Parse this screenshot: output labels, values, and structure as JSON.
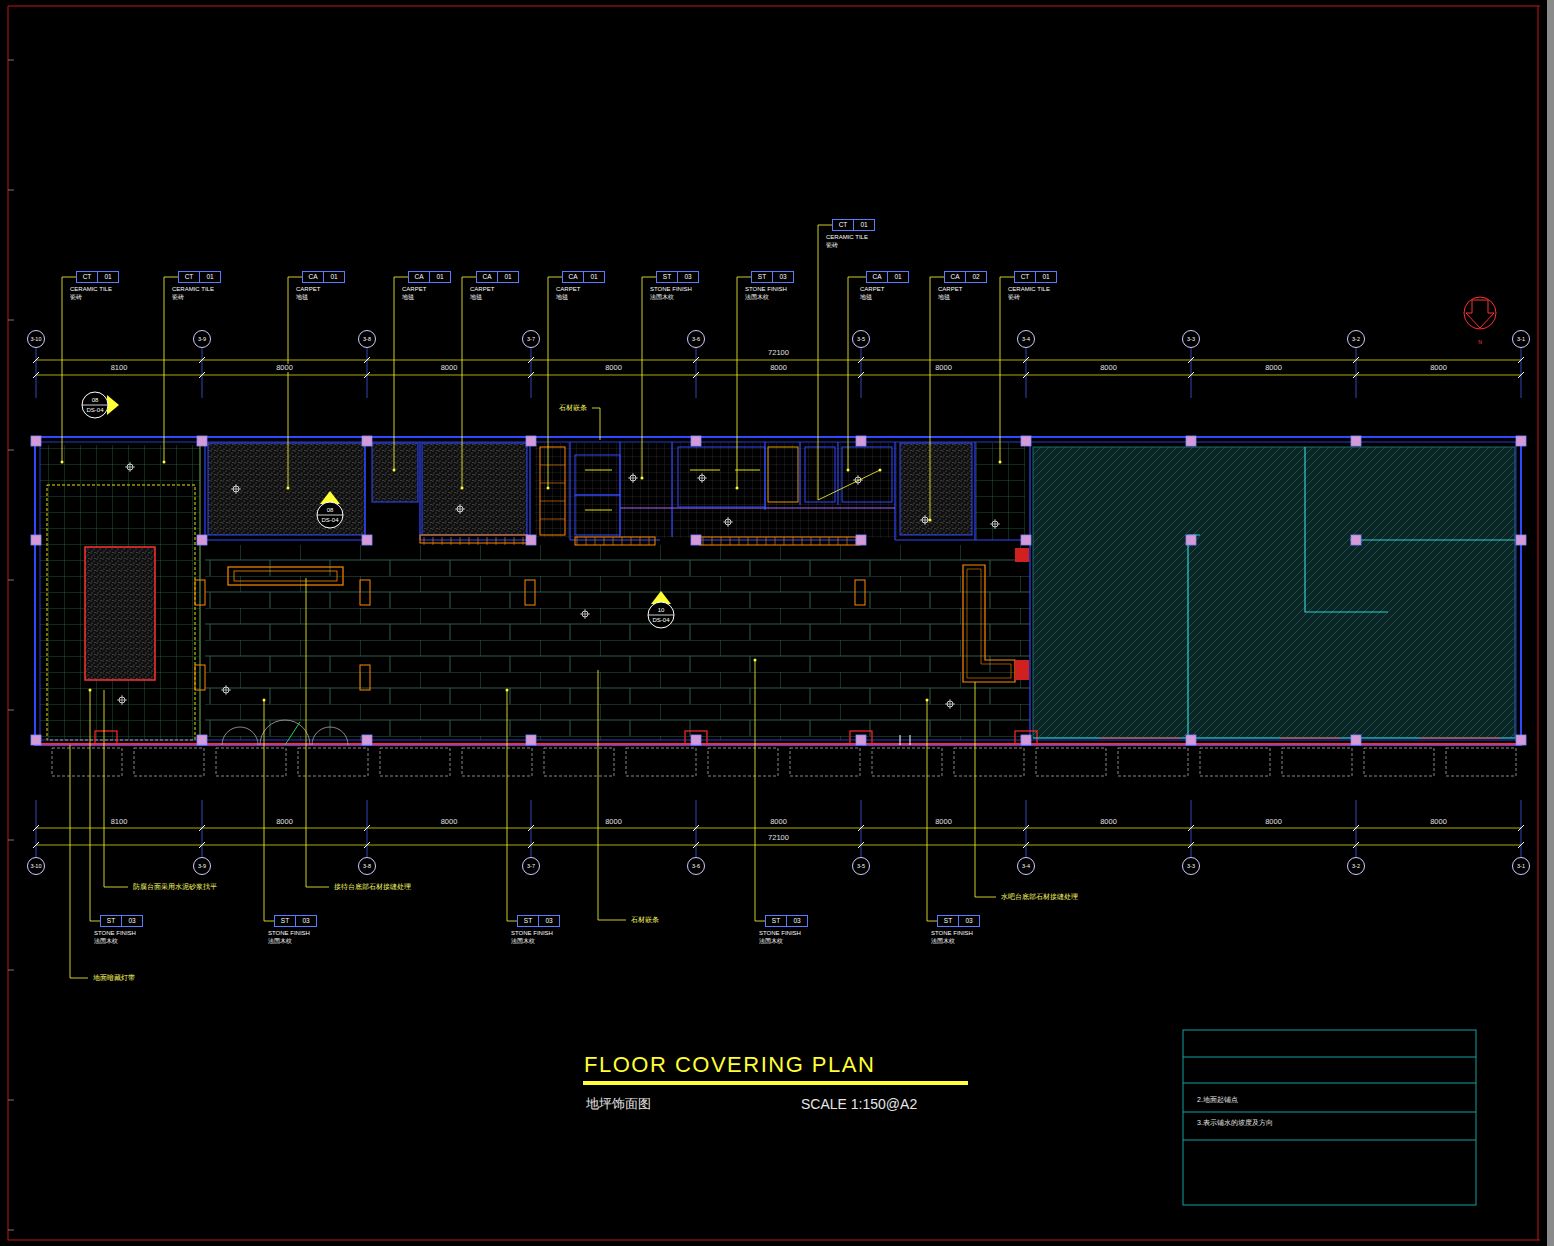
{
  "diagram": {
    "title": "FLOOR COVERING PLAN",
    "caption": "地坪饰面图",
    "nodes": [
      {
        "text": [
          "CT",
          "01",
          "CERAMIC TILE",
          "瓷砖"
        ]
      },
      {
        "text": [
          "CT",
          "01",
          "CERAMIC TILE",
          "瓷砖"
        ]
      },
      {
        "text": [
          "CA",
          "01",
          "CARPET",
          "地毯"
        ]
      },
      {
        "text": [
          "CA",
          "01",
          "CARPET",
          "地毯"
        ]
      },
      {
        "text": [
          "CA",
          "01",
          "CARPET",
          "地毯"
        ]
      },
      {
        "text": [
          "CA",
          "01",
          "CARPET",
          "地毯"
        ]
      },
      {
        "text": [
          "ST",
          "03",
          "STONE FINISH",
          "法国木纹"
        ]
      },
      {
        "text": [
          "ST",
          "03",
          "STONE FINISH",
          "法国木纹"
        ]
      },
      {
        "text": [
          "CT",
          "01",
          "CERAMIC TILE",
          "瓷砖"
        ]
      },
      {
        "text": [
          "CA",
          "01",
          "CARPET",
          "地毯"
        ]
      },
      {
        "text": [
          "CA",
          "02",
          "CARPET",
          "地毯"
        ]
      },
      {
        "text": [
          "CT",
          "01",
          "CERAMIC TILE",
          "瓷砖"
        ]
      },
      {
        "text": [
          "3-10"
        ]
      },
      {
        "text": [
          "3-9"
        ]
      },
      {
        "text": [
          "3-8"
        ]
      },
      {
        "text": [
          "3-7"
        ]
      },
      {
        "text": [
          "3-6"
        ]
      },
      {
        "text": [
          "3-5"
        ]
      },
      {
        "text": [
          "3-4"
        ]
      },
      {
        "text": [
          "3-3"
        ]
      },
      {
        "text": [
          "3-2"
        ]
      },
      {
        "text": [
          "3-1"
        ]
      },
      {
        "text": [
          "08",
          "DS-04"
        ]
      },
      {
        "text": [
          "08",
          "DS-04"
        ]
      },
      {
        "text": [
          "10",
          "DS-04"
        ]
      },
      {
        "text": [
          "3-10"
        ]
      },
      {
        "text": [
          "3-9"
        ]
      },
      {
        "text": [
          "3-8"
        ]
      },
      {
        "text": [
          "3-7"
        ]
      },
      {
        "text": [
          "3-6"
        ]
      },
      {
        "text": [
          "3-5"
        ]
      },
      {
        "text": [
          "3-4"
        ]
      },
      {
        "text": [
          "3-3"
        ]
      },
      {
        "text": [
          "3-2"
        ]
      },
      {
        "text": [
          "3-1"
        ]
      },
      {
        "text": [
          "ST",
          "03",
          "STONE FINISH",
          "法国木纹"
        ]
      },
      {
        "text": [
          "ST",
          "03",
          "STONE FINISH",
          "法国木纹"
        ]
      },
      {
        "text": [
          "ST",
          "03",
          "STONE FINISH",
          "法国木纹"
        ]
      },
      {
        "text": [
          "ST",
          "03",
          "STONE FINISH",
          "法国木纹"
        ]
      },
      {
        "text": [
          "ST",
          "03",
          "STONE FINISH",
          "法国木纹"
        ]
      }
    ],
    "labels": [
      "72100",
      "8100",
      "8000",
      "8000",
      "8000",
      "8000",
      "8000",
      "8000",
      "8000",
      "8000",
      "8100",
      "8000",
      "8000",
      "8000",
      "8000",
      "8000",
      "8000",
      "8000",
      "8000",
      "72100",
      "石材嵌条",
      "防腐台面采用水泥砂浆找平",
      "接待台底部石材接缝处理",
      "石材嵌条",
      "水吧台底部石材接缝处理",
      "地面暗藏灯带",
      "SCALE  1:150@A2",
      "2.地面起铺点",
      "3.表示铺水的坡度及方向",
      "N"
    ]
  }
}
